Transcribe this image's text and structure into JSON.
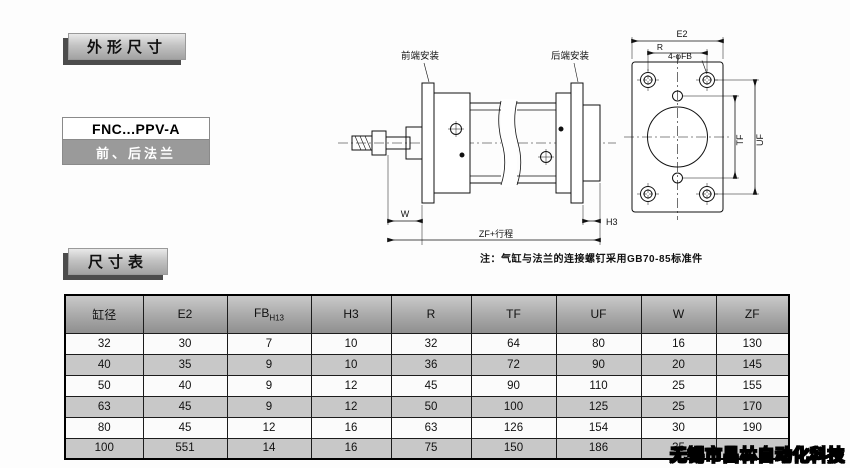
{
  "colors": {
    "table_header_gray": "#a8a8a8",
    "table_row_alt_gray": "#c8c8c8",
    "model_bar_gray": "#9a9a9a",
    "line_black": "#111111"
  },
  "sections": {
    "outline_title": "外形尺寸",
    "table_title": "尺寸表"
  },
  "model": {
    "code": "FNC...PPV-A",
    "description": "前、后法兰"
  },
  "drawing": {
    "front_mount_label": "前端安装",
    "rear_mount_label": "后端安装",
    "note": "注：气缸与法兰的连接螺钉采用GB70-85标准件",
    "dims": {
      "w": "W",
      "zf": "ZF+行程",
      "h3": "H3",
      "e2": "E2",
      "r": "R",
      "fb": "4-φFB",
      "tf": "TF",
      "uf": "UF"
    }
  },
  "table": {
    "headers": [
      "缸径",
      "E2",
      "FB",
      "H3",
      "R",
      "TF",
      "UF",
      "W",
      "ZF"
    ],
    "fb_tolerance": "H13",
    "rows": [
      [
        "32",
        "30",
        "7",
        "10",
        "32",
        "64",
        "80",
        "16",
        "130"
      ],
      [
        "40",
        "35",
        "9",
        "10",
        "36",
        "72",
        "90",
        "20",
        "145"
      ],
      [
        "50",
        "40",
        "9",
        "12",
        "45",
        "90",
        "110",
        "25",
        "155"
      ],
      [
        "63",
        "45",
        "9",
        "12",
        "50",
        "100",
        "125",
        "25",
        "170"
      ],
      [
        "80",
        "45",
        "12",
        "16",
        "63",
        "126",
        "154",
        "30",
        "190"
      ],
      [
        "100",
        "551",
        "14",
        "16",
        "75",
        "150",
        "186",
        "35",
        ""
      ]
    ]
  },
  "watermark": "无锡市昌林自动化科技"
}
